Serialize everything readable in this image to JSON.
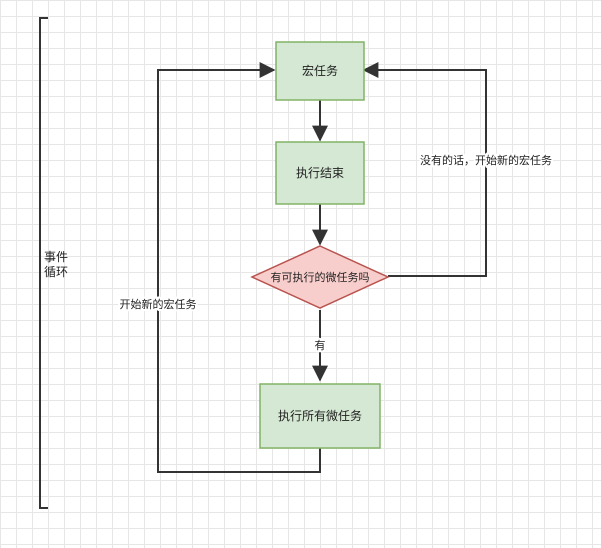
{
  "diagram": {
    "bracket_label": "事件循环",
    "nodes": {
      "macro_task": "宏任务",
      "exec_end": "执行结束",
      "decision": "有可执行的微任务吗",
      "exec_micro": "执行所有微任务"
    },
    "edge_labels": {
      "no_branch": "没有的话，开始新的宏任务",
      "yes_branch": "有",
      "loop_back": "开始新的宏任务"
    },
    "colors": {
      "process_fill": "#d5e8d4",
      "process_border": "#82b366",
      "decision_fill": "#f8cecc",
      "decision_border": "#b85450",
      "line": "#333333"
    }
  }
}
